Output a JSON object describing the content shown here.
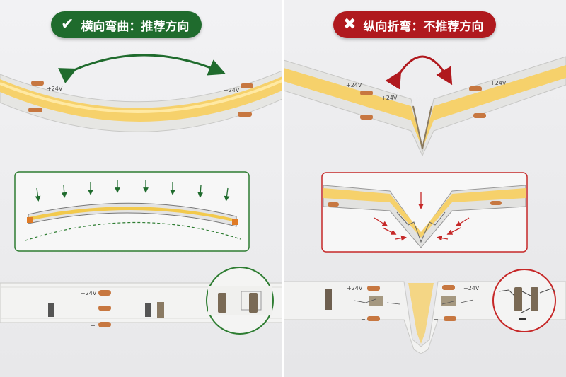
{
  "left_panel": {
    "badge_icon": "check-icon",
    "badge_text": "横向弯曲：推荐方向",
    "voltage_label": "+24V",
    "minus_label": "−",
    "accent_color": "#1f6b2d"
  },
  "right_panel": {
    "badge_icon": "cross-icon",
    "badge_text": "纵向折弯：不推荐方向",
    "voltage_label": "+24V",
    "minus_label": "−",
    "accent_color": "#b0191e"
  }
}
